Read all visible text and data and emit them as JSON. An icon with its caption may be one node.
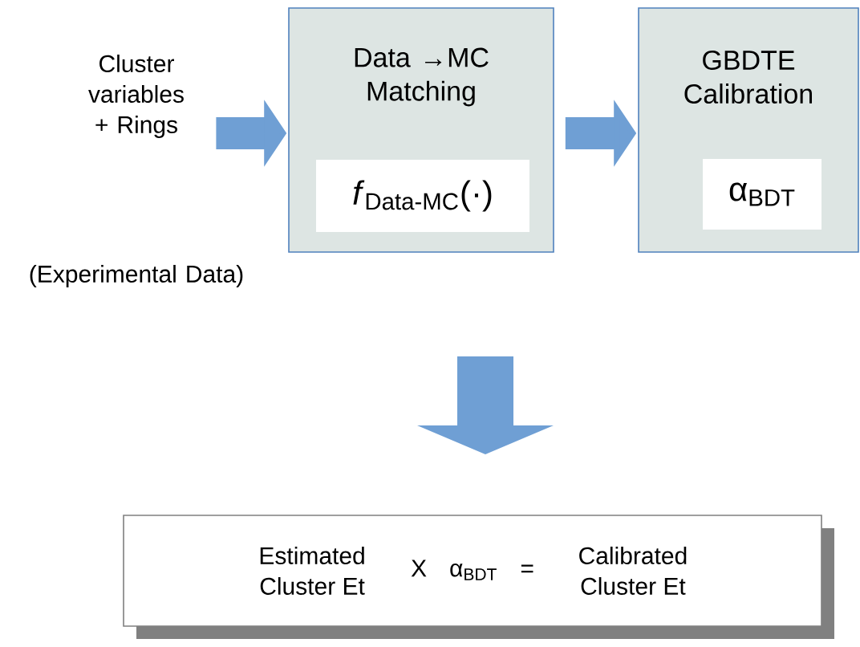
{
  "diagram": {
    "nodes": [
      {
        "text": [
          "Cluster variables + Rings"
        ]
      },
      {
        "text": [
          "Data →MC Matching"
        ]
      },
      {
        "text": [
          "*f*$_{Data-MC}$(·)"
        ],
        "in": 1
      },
      {
        "text": [
          "GBDTE Calibration"
        ]
      },
      {
        "text": [
          "α$_{BDT}$"
        ],
        "in": 3
      },
      {
        "text": [
          "Estimated Cluster Et",
          "X",
          "α$_{BDT}$",
          "=",
          "Calibrated Cluster Et"
        ]
      }
    ],
    "edges": [
      {
        "from": 0,
        "to": 1,
        "arrow": "to"
      },
      {
        "from": 1,
        "to": 3,
        "arrow": "to"
      }
    ],
    "labels": [
      "(Experimental Data)"
    ]
  }
}
